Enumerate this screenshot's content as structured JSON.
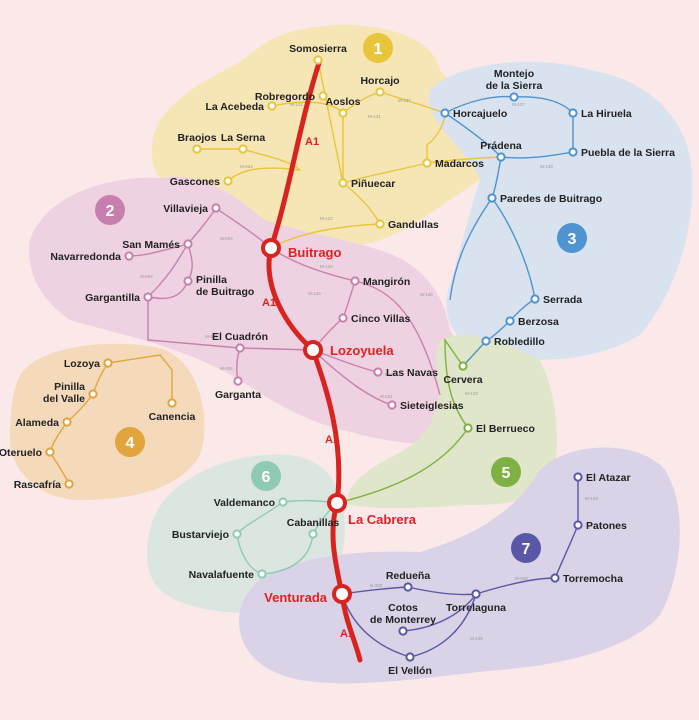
{
  "colors": {
    "background": "#fbe9ea",
    "a1": "#d8241f"
  },
  "zones": [
    {
      "num": "1",
      "fill": "#f6e6b6",
      "line": "#e8c53a",
      "badge": "#e8c53a"
    },
    {
      "num": "2",
      "fill": "#efd2e1",
      "line": "#c77fae",
      "badge": "#c77fae"
    },
    {
      "num": "3",
      "fill": "#d9e2ef",
      "line": "#4f93d0",
      "badge": "#4f93d0"
    },
    {
      "num": "4",
      "fill": "#f5d9bb",
      "line": "#e1a53c",
      "badge": "#e1a53c"
    },
    {
      "num": "5",
      "fill": "#e0e6c9",
      "line": "#7fb043",
      "badge": "#7fb043"
    },
    {
      "num": "6",
      "fill": "#dbe6e0",
      "line": "#8fcab4",
      "badge": "#8fcab4"
    },
    {
      "num": "7",
      "fill": "#dad2e6",
      "line": "#5a58a6",
      "badge": "#5a58a6"
    }
  ],
  "a1_label": "A1",
  "hubs": [
    "Buitrago",
    "Lozoyuela",
    "La Cabrera",
    "Venturada"
  ],
  "stops": [
    "Somosierra",
    "Robregordo",
    "La Acebeda",
    "Horcajo",
    "Aoslos",
    "Braojos",
    "La Serna",
    "Gascones",
    "Piñuecar",
    "Madarcos",
    "Gandullas",
    "Villavieja",
    "San Mamés",
    "Navarredonda",
    "Pinilla de Buitrago",
    "Gargantilla",
    "El Cuadrón",
    "Garganta",
    "Mangirón",
    "Cinco Villas",
    "Las Navas",
    "Sieteiglesias",
    "Montejo de la Sierra",
    "Horcajuelo",
    "La Hiruela",
    "Prádena",
    "Puebla de la Sierra",
    "Paredes de Buitrago",
    "Serrada",
    "Berzosa",
    "Robledillo",
    "Lozoya",
    "Pinilla del Valle",
    "Alameda",
    "Oteruelo",
    "Rascafría",
    "Canencia",
    "Cervera",
    "El Berrueco",
    "Valdemanco",
    "Bustarviejo",
    "Cabanillas",
    "Navalafuente",
    "El Atazar",
    "Patones",
    "Torremocha",
    "Redueña",
    "Torrelaguna",
    "Cotos de Monterrey",
    "El Vellón"
  ],
  "roads": [
    "M-141",
    "M-137",
    "M-634",
    "M-131",
    "M-122",
    "M-126",
    "M-128",
    "M-127",
    "M-130",
    "M-604",
    "M-634",
    "M-126",
    "M-611",
    "M-631",
    "M-631",
    "M-604",
    "M-129",
    "M-134",
    "M-608",
    "N-320",
    "M-128"
  ]
}
